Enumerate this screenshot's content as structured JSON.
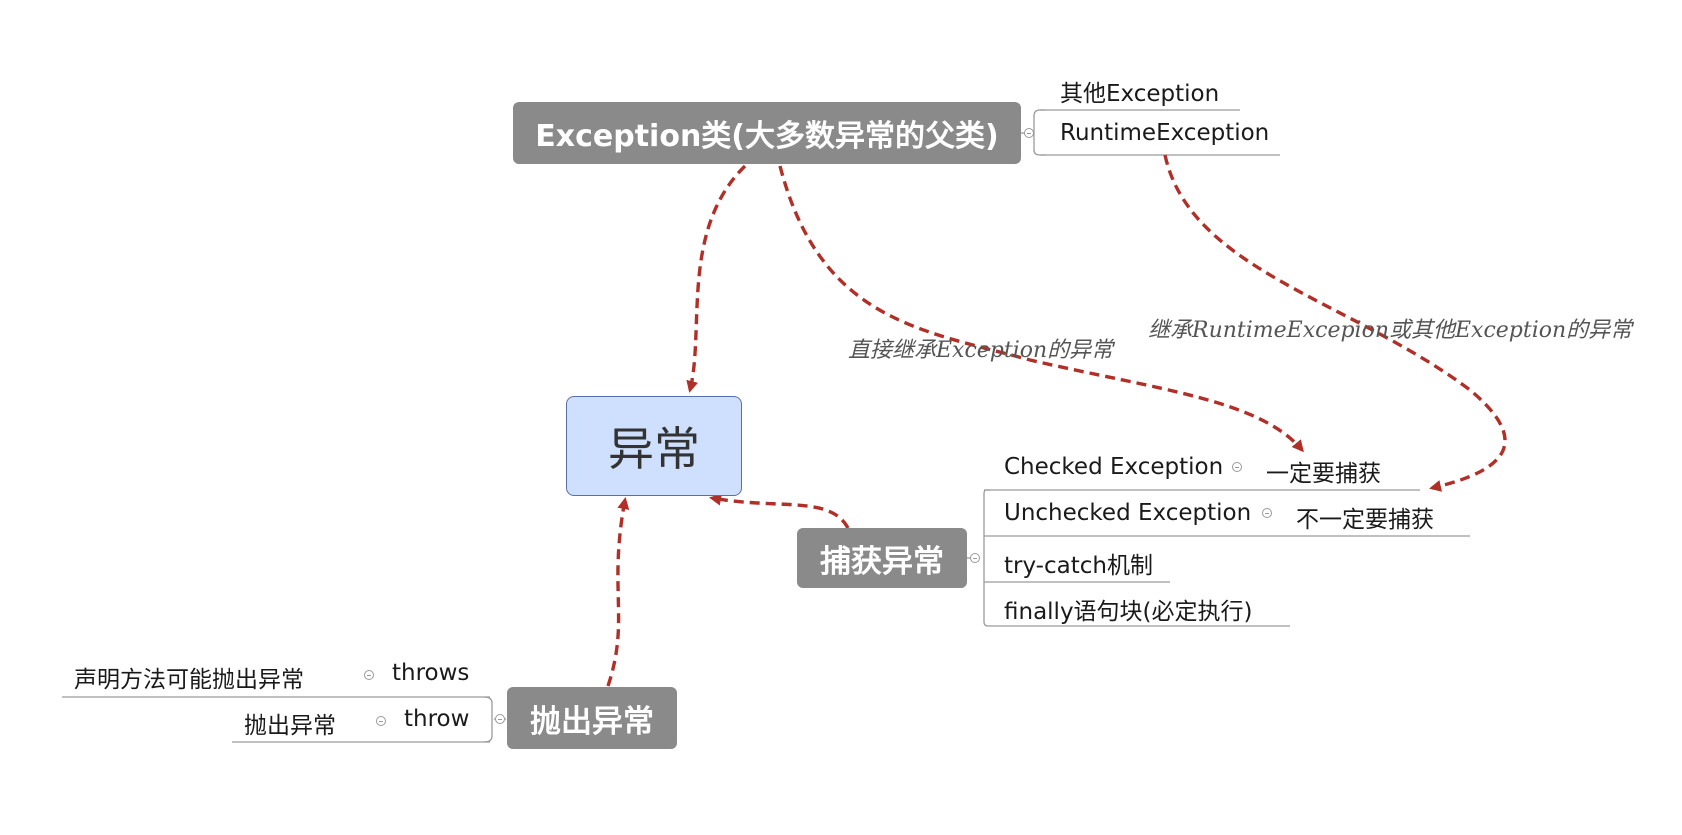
{
  "diagram": {
    "center": {
      "label": "异常"
    },
    "exception_class": {
      "label": "Exception类(大多数异常的父类)",
      "children": [
        "其他Exception",
        "RuntimeException"
      ]
    },
    "catch": {
      "label": "捕获异常",
      "children": [
        {
          "label": "Checked Exception",
          "note": "一定要捕获"
        },
        {
          "label": "Unchecked Exception",
          "note": "不一定要捕获"
        },
        {
          "label": "try-catch机制"
        },
        {
          "label": "finally语句块(必定执行)"
        }
      ]
    },
    "throw": {
      "label": "抛出异常",
      "children": [
        {
          "label": "声明方法可能抛出异常",
          "keyword": "throws"
        },
        {
          "label": "抛出异常",
          "keyword": "throw"
        }
      ]
    },
    "relationships": [
      {
        "label": "直接继承Exception的异常"
      },
      {
        "label": "继承RuntimeExcepion或其他Exception的异常"
      }
    ],
    "colors": {
      "arrow": "#b03028",
      "topic": "#8a8a8a",
      "center_fill": "#cfe0ff",
      "line": "#9a9a9a"
    }
  }
}
